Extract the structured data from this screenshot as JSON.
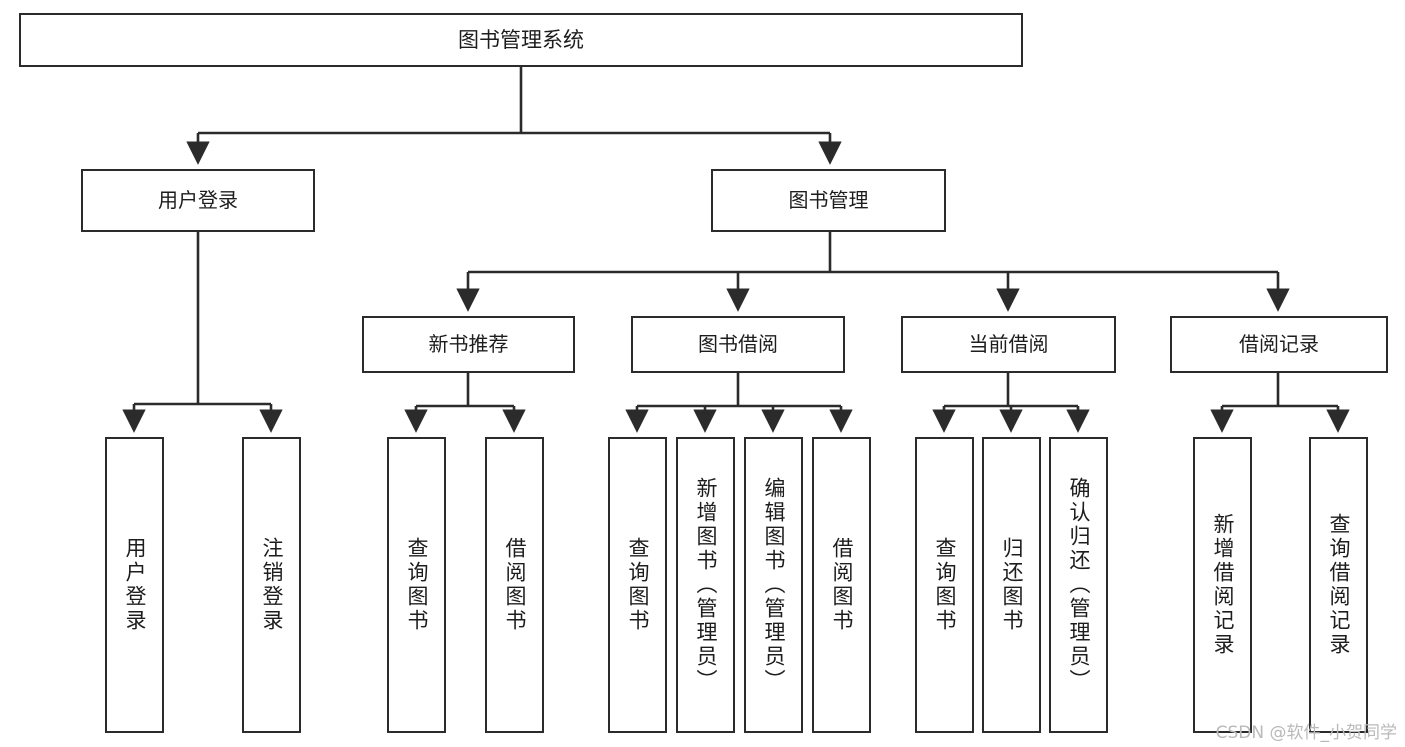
{
  "diagram": {
    "title": "图书管理系统",
    "type": "tree",
    "orientation": "top-down",
    "colors": {
      "box_border": "#2b2b2b",
      "box_fill": "#ffffff",
      "connector": "#2b2b2b",
      "text": "#1d1d1d",
      "watermark": "#b9b9b9",
      "background": "#ffffff"
    },
    "root": {
      "label": "图书管理系统"
    },
    "level2": [
      {
        "label": "用户登录"
      },
      {
        "label": "图书管理"
      }
    ],
    "level3": [
      {
        "label": "新书推荐"
      },
      {
        "label": "图书借阅"
      },
      {
        "label": "当前借阅"
      },
      {
        "label": "借阅记录"
      }
    ],
    "leaves": [
      {
        "label": "用户登录",
        "parent": "用户登录"
      },
      {
        "label": "注销登录",
        "parent": "用户登录"
      },
      {
        "label": "查询图书",
        "parent": "新书推荐"
      },
      {
        "label": "借阅图书",
        "parent": "新书推荐"
      },
      {
        "label": "查询图书",
        "parent": "图书借阅"
      },
      {
        "label": "新增图书（管理员）",
        "parent": "图书借阅"
      },
      {
        "label": "编辑图书（管理员）",
        "parent": "图书借阅"
      },
      {
        "label": "借阅图书",
        "parent": "图书借阅"
      },
      {
        "label": "查询图书",
        "parent": "当前借阅"
      },
      {
        "label": "归还图书",
        "parent": "当前借阅"
      },
      {
        "label": "确认归还（管理员）",
        "parent": "当前借阅"
      },
      {
        "label": "新增借阅记录",
        "parent": "借阅记录"
      },
      {
        "label": "查询借阅记录",
        "parent": "借阅记录"
      }
    ],
    "watermark": "CSDN @软件_小贺同学"
  }
}
